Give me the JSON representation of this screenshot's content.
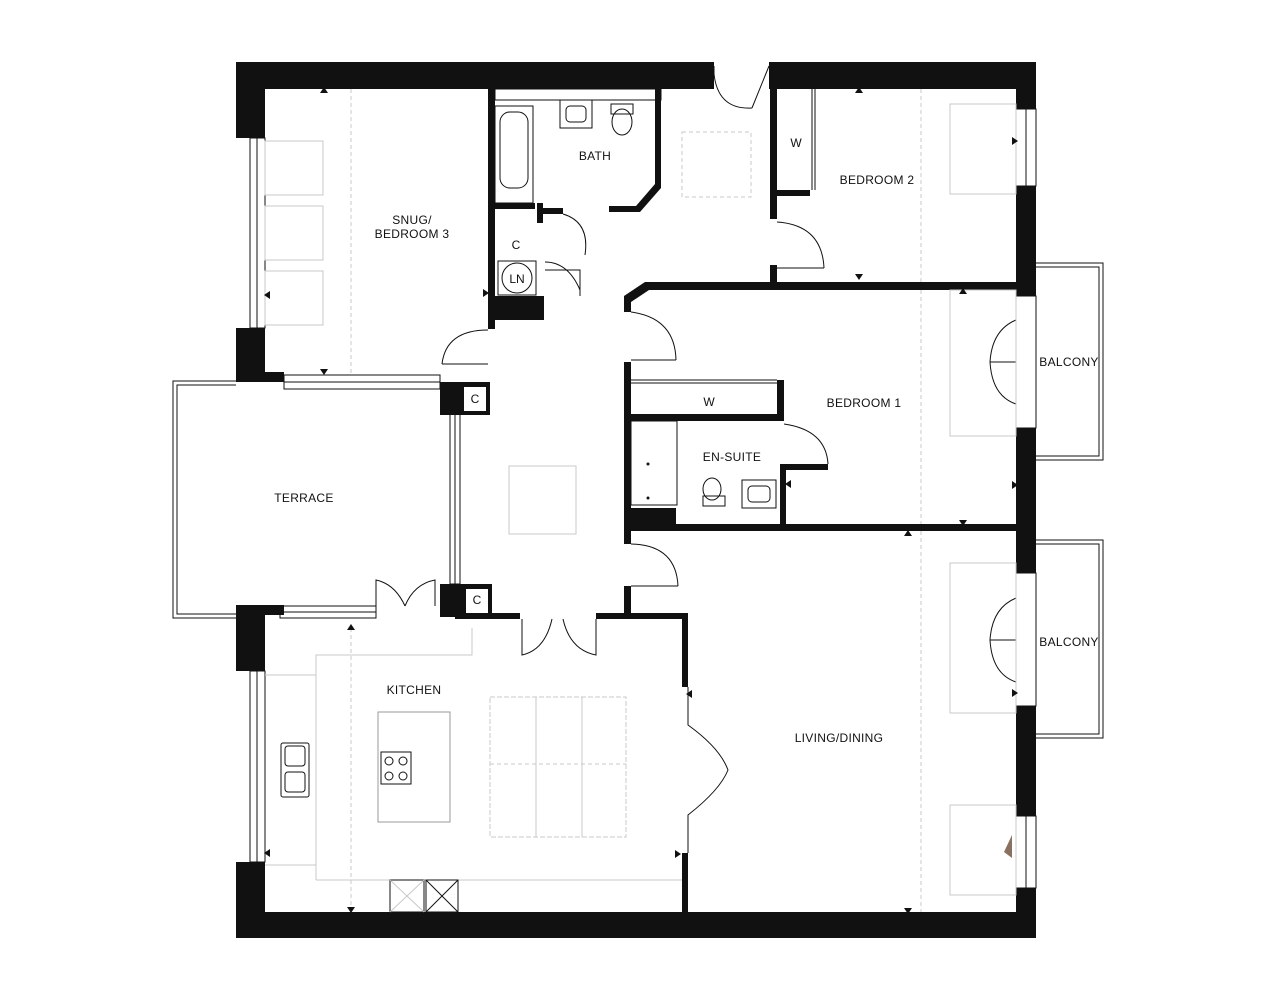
{
  "rooms": {
    "snug": [
      "SNUG/",
      "BEDROOM 3"
    ],
    "bath": "BATH",
    "bedroom2": "BEDROOM 2",
    "bedroom1": "BEDROOM 1",
    "ensuite": "EN-SUITE",
    "terrace": "TERRACE",
    "kitchen": "KITCHEN",
    "living": "LIVING/DINING",
    "balcony_upper": "BALCONY",
    "balcony_lower": "BALCONY"
  },
  "fixtures": {
    "cupboard": "C",
    "linen": "LN",
    "wardrobe": "W"
  },
  "colors": {
    "wall": "#111111",
    "furniture_outline": "#c8c8c8",
    "background": "#ffffff"
  }
}
